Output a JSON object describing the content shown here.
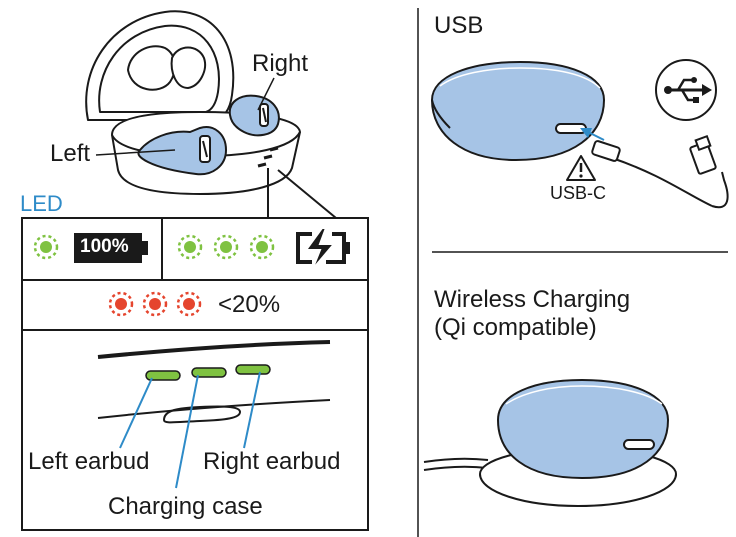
{
  "left_panel": {
    "label_right": "Right",
    "label_left": "Left",
    "led_title": "LED",
    "battery_full_text": "100%",
    "low_battery_text": "<20%",
    "label_left_earbud": "Left earbud",
    "label_right_earbud": "Right earbud",
    "label_charging_case": "Charging case"
  },
  "right_panel": {
    "usb_title": "USB",
    "usb_c_label": "USB-C",
    "wireless_title_line1": "Wireless Charging",
    "wireless_title_line2": "(Qi compatible)"
  },
  "colors": {
    "case_blue": "#a6c4e6",
    "led_green": "#7fc241",
    "led_red": "#e5452e",
    "led_title": "#2e8bc8",
    "line": "#1a1a1a"
  },
  "icons": {
    "usb": "usb-icon",
    "warning": "warning-triangle-icon",
    "charging": "battery-charging-icon",
    "battery": "battery-full-icon"
  }
}
